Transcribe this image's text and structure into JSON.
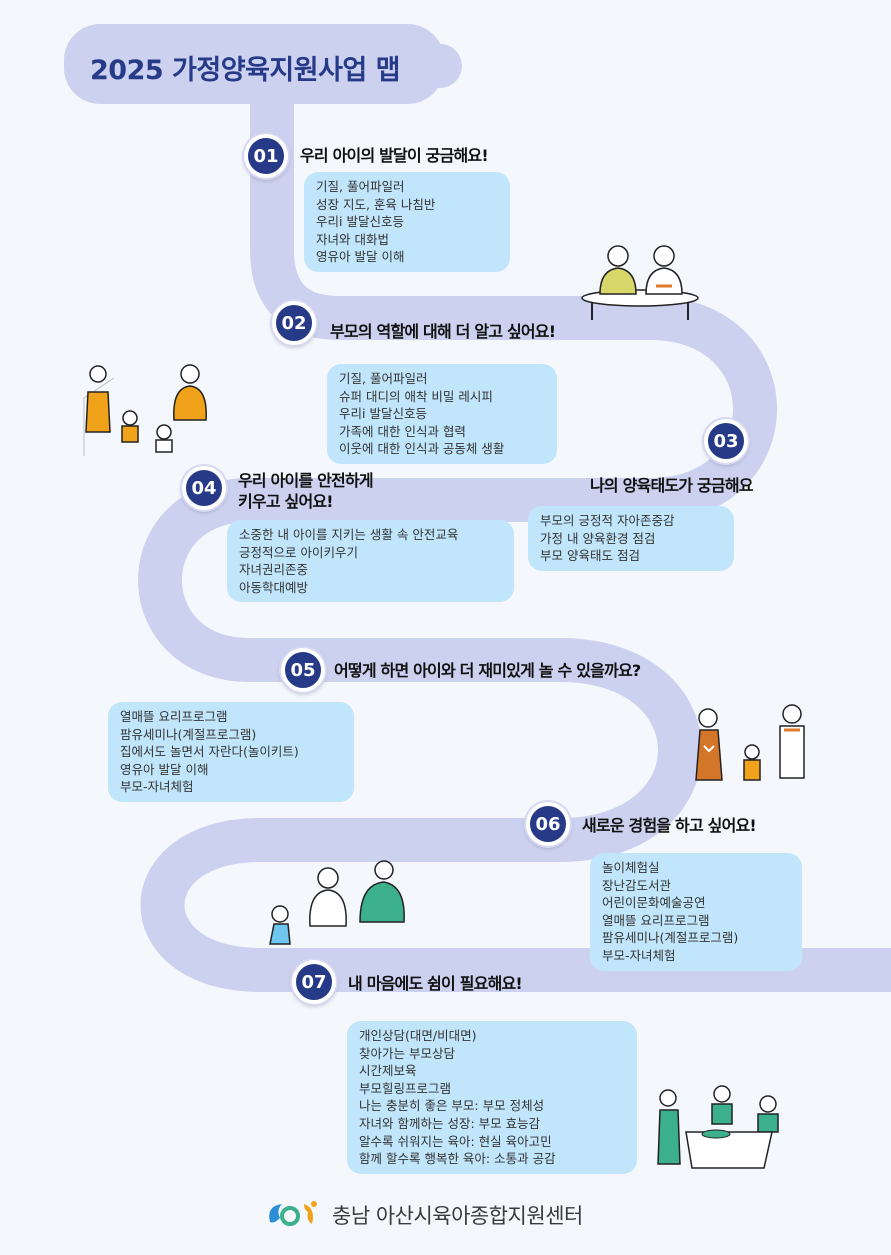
{
  "page": {
    "title": "2025 가정양육지원사업 맵"
  },
  "sections": [
    {
      "number": "01",
      "heading": "우리 아이의 발달이 궁금해요!",
      "items": [
        "기질, 풀어파일러",
        "성장 지도, 훈육 나침반",
        "우리i 발달신호등",
        "자녀와 대화법",
        "영유아 발달 이해"
      ]
    },
    {
      "number": "02",
      "heading": "부모의 역할에 대해 더 알고 싶어요!",
      "items": [
        "기질, 풀어파일러",
        "슈퍼 대디의 애착 비밀 레시피",
        "우리i 발달신호등",
        "가족에 대한 인식과 협력",
        "이웃에 대한 인식과 공동체 생활"
      ]
    },
    {
      "number": "03",
      "heading": "나의 양육태도가 궁금해요",
      "items": [
        "부모의 긍정적 자아존중감",
        "가정 내 양육환경 점검",
        "부모 양육태도 점검"
      ]
    },
    {
      "number": "04",
      "heading": "우리 아이를 안전하게 키우고 싶어요!",
      "heading_lines": [
        "우리 아이를 안전하게",
        "키우고 싶어요!"
      ],
      "items": [
        "소중한 내 아이를 지키는 생활 속 안전교육",
        "긍정적으로 아이키우기",
        "자녀권리존중",
        "아동학대예방"
      ]
    },
    {
      "number": "05",
      "heading": "어떻게 하면 아이와 더 재미있게 놀 수 있을까요?",
      "items": [
        "열매뜰 요리프로그램",
        "팜유세미나(계절프로그램)",
        "집에서도 놀면서 자란다(놀이키트)",
        "영유아 발달 이해",
        "부모-자녀체험"
      ]
    },
    {
      "number": "06",
      "heading": "새로운 경험을 하고 싶어요!",
      "items": [
        "놀이체험실",
        "장난감도서관",
        "어린이문화예술공연",
        "열매뜰 요리프로그램",
        "팜유세미나(계절프로그램)",
        "부모-자녀체험"
      ]
    },
    {
      "number": "07",
      "heading": "내 마음에도 쉼이 필요해요!",
      "items": [
        "개인상담(대면/비대면)",
        "찾아가는 부모상담",
        "시간제보육",
        "부모힐링프로그램",
        "나는 충분히 좋은 부모: 부모 정체성",
        "자녀와 함께하는 성장: 부모 효능감",
        "알수록 쉬워지는 육아: 현실 육아고민",
        "함께 할수록 행복한 육아: 소통과 공감"
      ]
    }
  ],
  "footer": {
    "org": "충남 아산시육아종합지원센터",
    "logo_icon": "center-logo-icon"
  },
  "illustrations": [
    "two-adults-at-table-illustration",
    "family-cheering-illustration",
    "family-thumbs-up-illustration",
    "parent-play-illustration",
    "family-dinner-illustration"
  ],
  "colors": {
    "road": "#cdd1f0",
    "badge": "#263a87",
    "card": "#c1e6fb",
    "title": "#263a87",
    "background": "#f4f8fd"
  }
}
